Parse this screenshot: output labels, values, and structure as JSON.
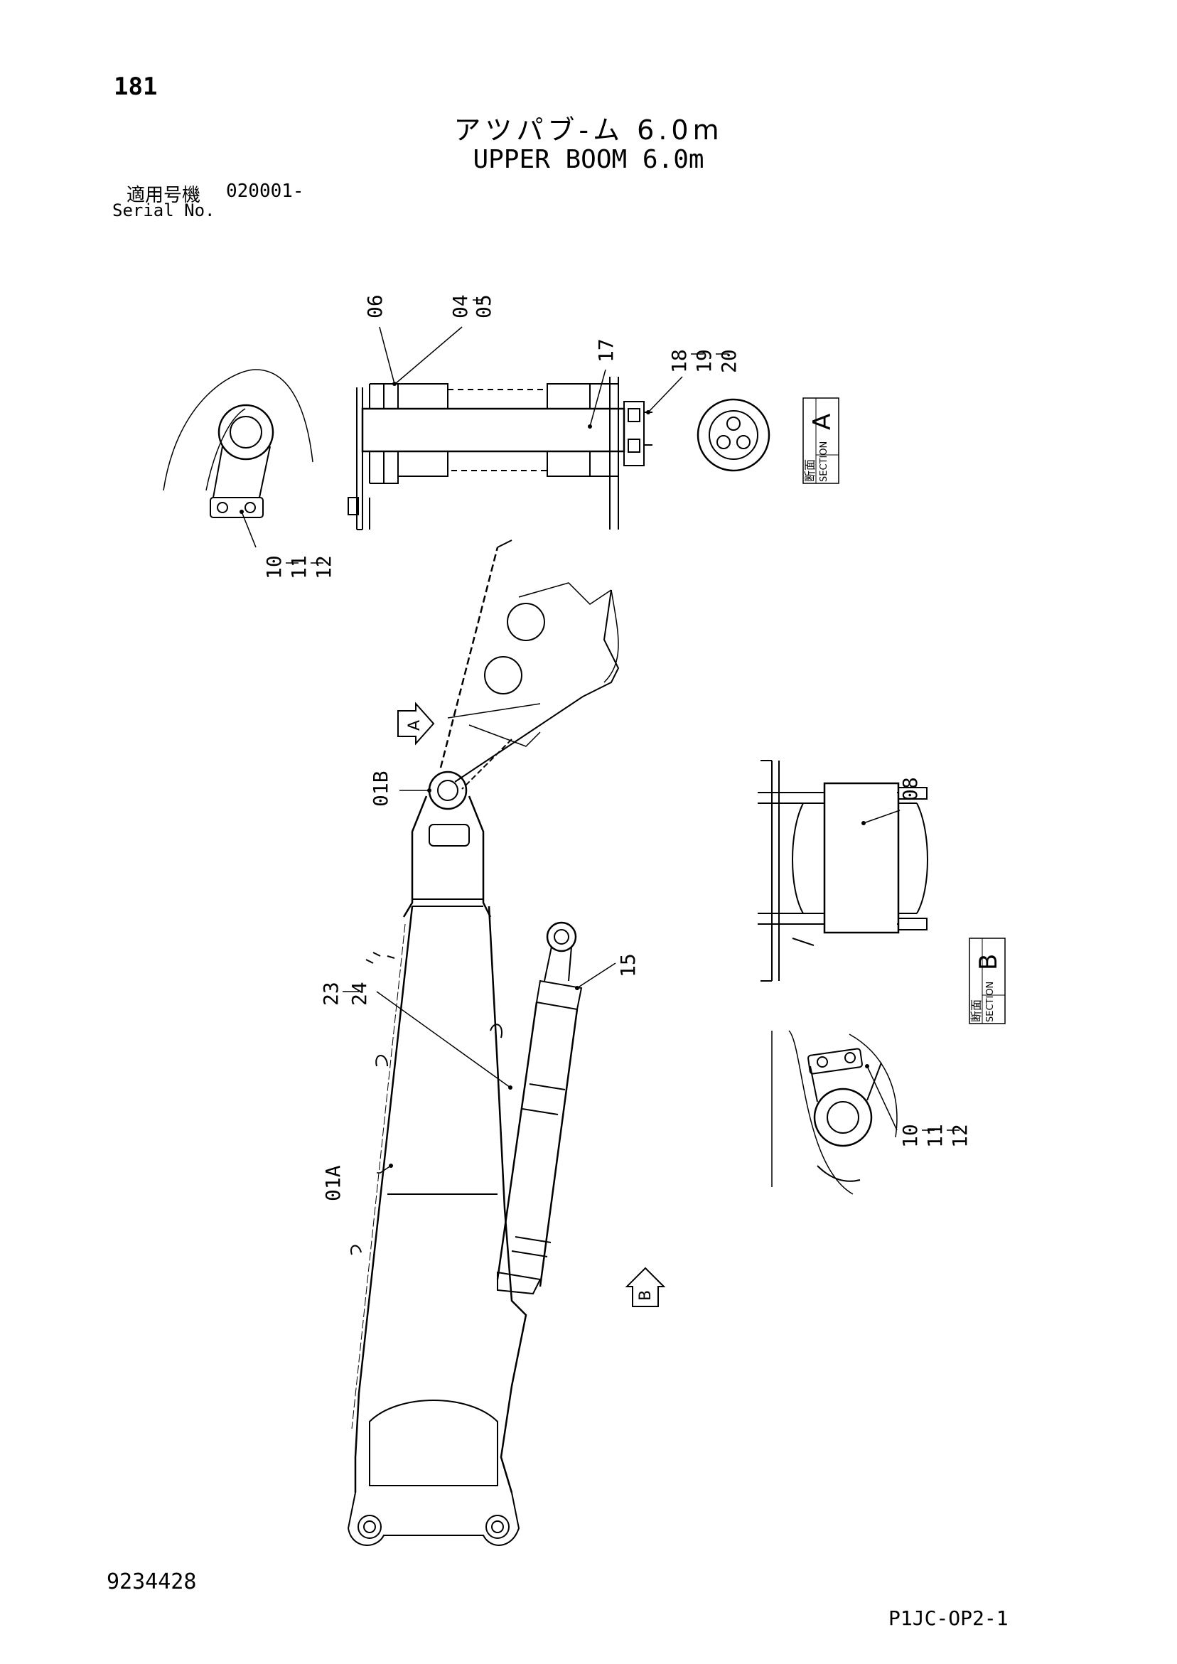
{
  "page": {
    "page_number": "181",
    "title_jp": "アツパブ-ム 6.0m",
    "title_en": "UPPER BOOM 6.0m",
    "serial_label_jp": "適用号機",
    "serial_label_en": "Serial No.",
    "serial_value": "020001-",
    "document_number": "9234428",
    "sheet_code": "P1JC-OP2-1"
  },
  "callouts": {
    "c06": "06",
    "c04": "04",
    "c05": "05",
    "c17": "17",
    "c18": "18",
    "c19": "19",
    "c20": "20",
    "c10a": "10",
    "c11a": "11",
    "c12a": "12",
    "c01b": "01B",
    "c08": "08",
    "c15": "15",
    "c23": "23",
    "c24": "24",
    "c01a": "01A",
    "c10b": "10",
    "c11b": "11",
    "c12b": "12"
  },
  "sections": {
    "a_letter": "A",
    "b_letter": "B",
    "section_word": "SECTION",
    "section_kanji": "断面",
    "marker_a": "A",
    "marker_b": "B"
  }
}
